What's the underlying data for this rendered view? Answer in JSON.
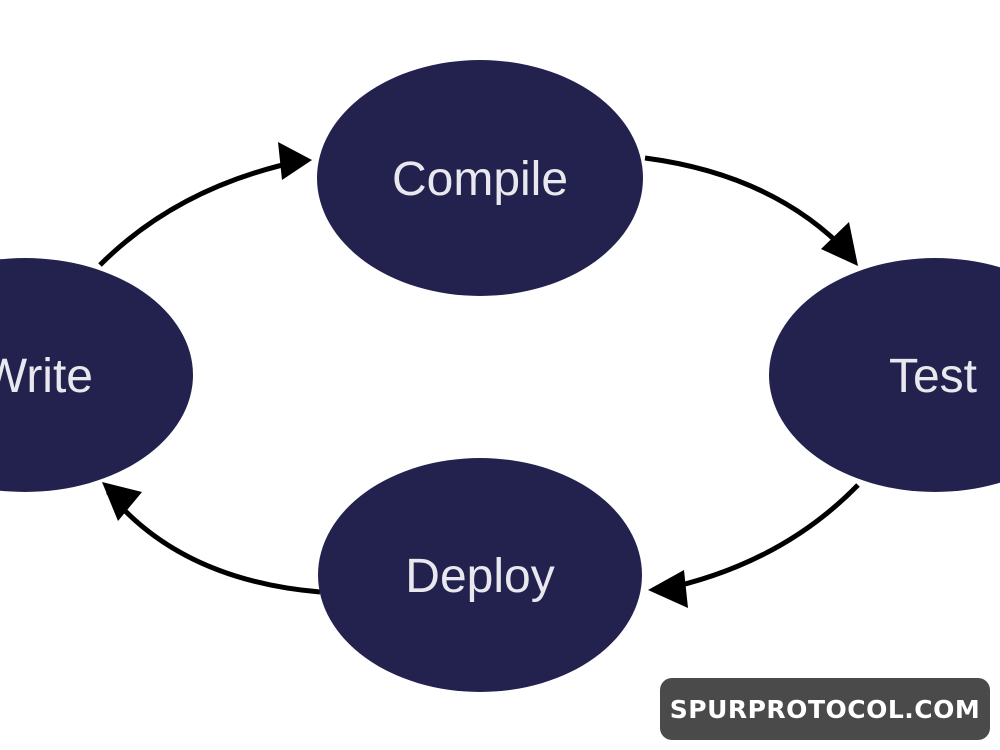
{
  "diagram": {
    "nodes": {
      "compile": "Compile",
      "test": "Test",
      "deploy": "Deploy",
      "write": "Write"
    },
    "edges": [
      {
        "from": "Write",
        "to": "Compile"
      },
      {
        "from": "Compile",
        "to": "Test"
      },
      {
        "from": "Test",
        "to": "Deploy"
      },
      {
        "from": "Deploy",
        "to": "Write"
      }
    ],
    "colors": {
      "node_fill": "#23224f",
      "node_text": "#e8e8ee",
      "arrow": "#000000"
    }
  },
  "watermark": {
    "text": "SPURPROTOCOL.COM",
    "background": "#4a4a4a"
  }
}
